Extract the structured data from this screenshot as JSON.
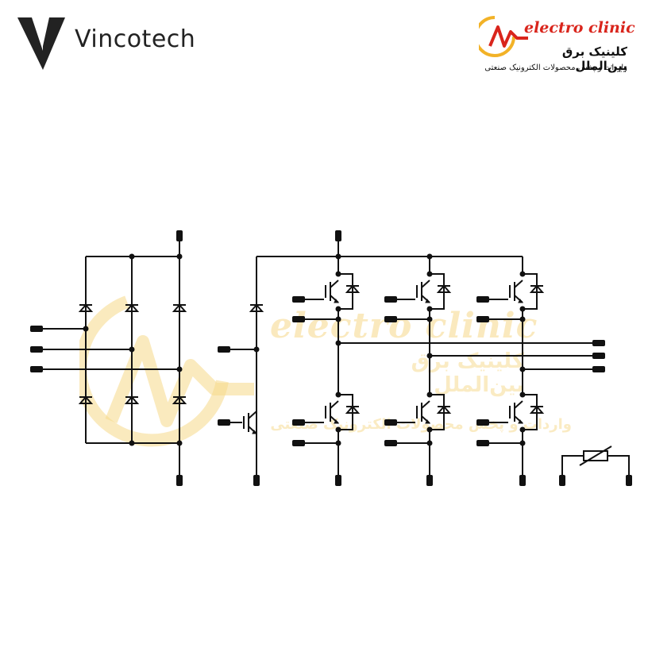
{
  "brand": {
    "name": "Vincotech"
  },
  "stamp": {
    "name": "electro clinic",
    "persian_title": "کلینیک برق بین‌الملل",
    "persian_subtitle": "واردات و پخش محصولات الکترونیک صنعتی"
  },
  "colors": {
    "wire": "#111111",
    "brand_red": "#d9251c",
    "watermark": "#f6d889"
  }
}
